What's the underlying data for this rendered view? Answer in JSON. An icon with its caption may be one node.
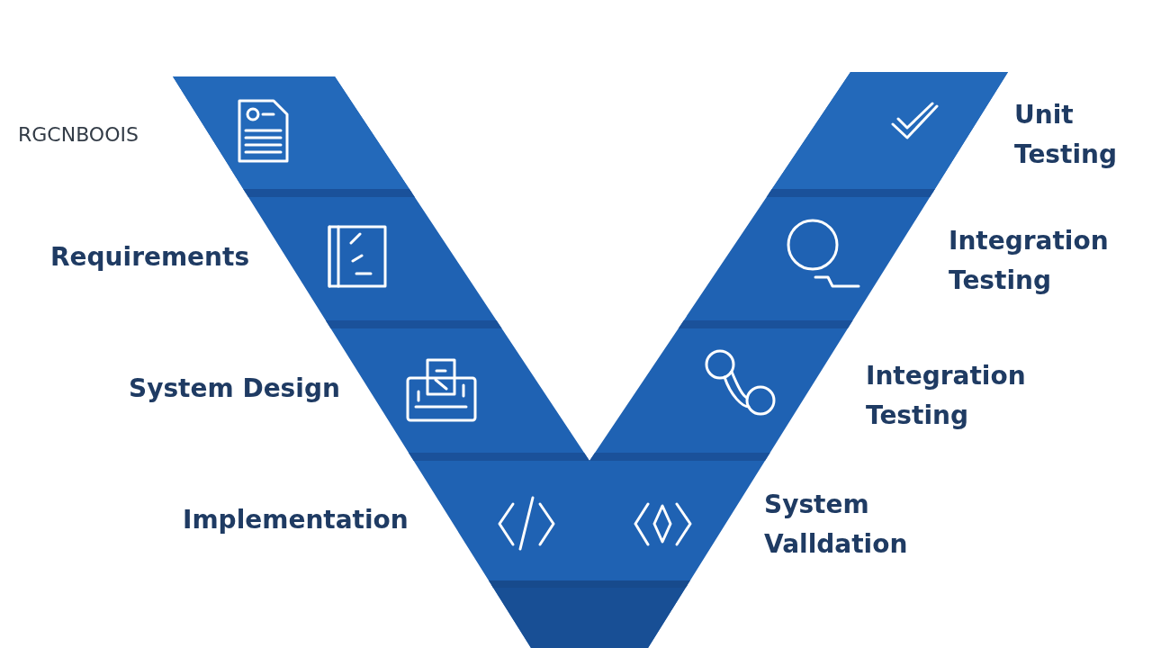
{
  "diagram": {
    "labels": [
      "RGCNBOOIS",
      "Unit Testing",
      "Requirements",
      "Integration Testing",
      "System Design",
      "Integration Testing",
      "Implementation",
      "System Valldation"
    ]
  }
}
